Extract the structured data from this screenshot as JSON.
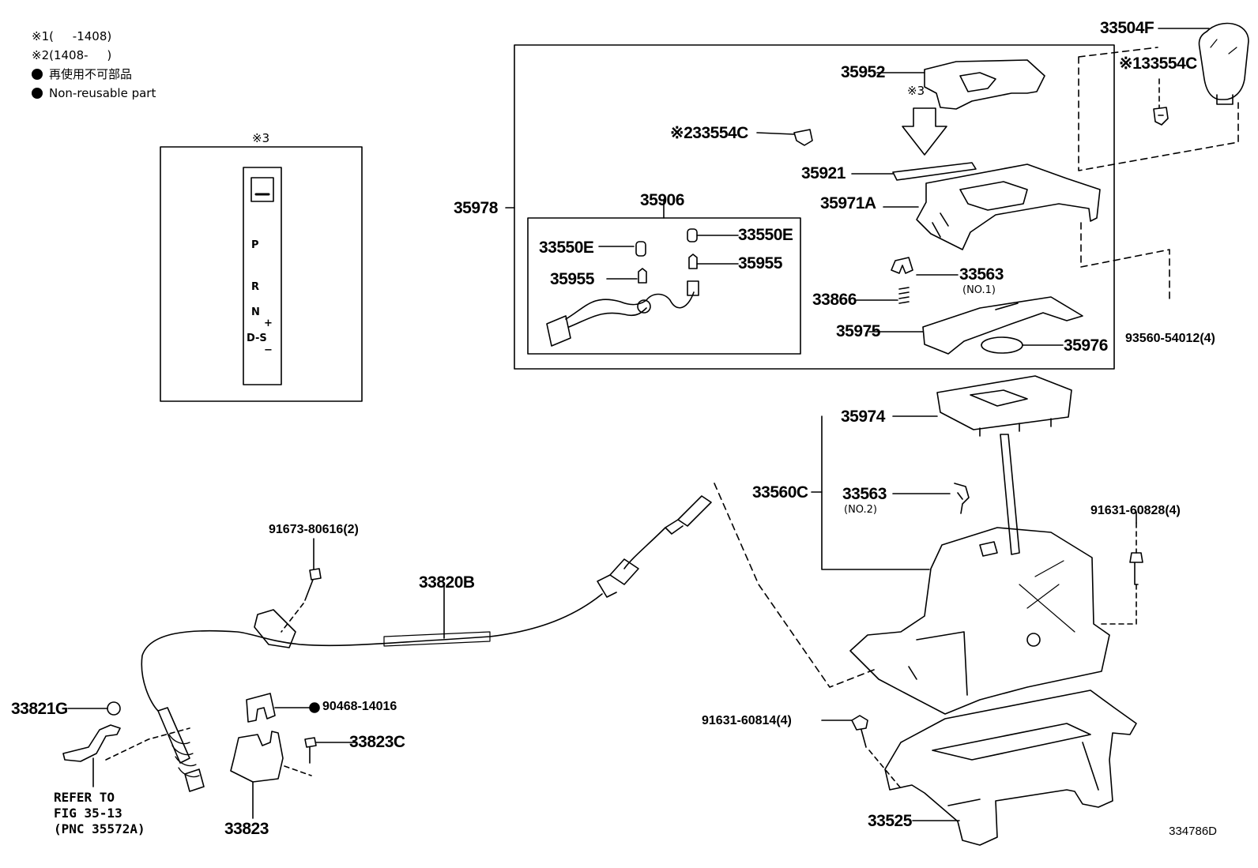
{
  "legend": {
    "note1": "※1(     -1408)",
    "note2": "※2(1408-     )",
    "nonreusable_jp": "再使用不可部品",
    "nonreusable_en": "Non-reusable part"
  },
  "inset": {
    "title": "※3",
    "gate": {
      "p": "P",
      "r": "R",
      "n": "N",
      "ds": "D-S",
      "plus": "+",
      "minus": "−"
    }
  },
  "labels": {
    "p33504F": "33504F",
    "p33554C_1": "※133554C",
    "p35952": "35952",
    "note3": "※3",
    "p33554C_2": "※233554C",
    "p35921": "35921",
    "p35971A": "35971A",
    "p35978": "35978",
    "p35906": "35906",
    "p33550E_l": "33550E",
    "p33550E_r": "33550E",
    "p35955_l": "35955",
    "p35955_r": "35955",
    "p33563_1": "33563",
    "p33563_1_sub": "(NO.1)",
    "p33866": "33866",
    "p35975": "35975",
    "p35976": "35976",
    "p93560": "93560-54012(4)",
    "p35974": "35974",
    "p33560C": "33560C",
    "p33563_2": "33563",
    "p33563_2_sub": "(NO.2)",
    "p91631_828": "91631-60828(4)",
    "p91673": "91673-80616(2)",
    "p33820B": "33820B",
    "p33821G": "33821G",
    "p90468": "90468-14016",
    "p33823C": "33823C",
    "p91631_814": "91631-60814(4)",
    "p33823": "33823",
    "p33525": "33525",
    "refer": "REFER TO\nFIG 35-13\n(PNC 35572A)"
  },
  "diagram_id": "334786D"
}
